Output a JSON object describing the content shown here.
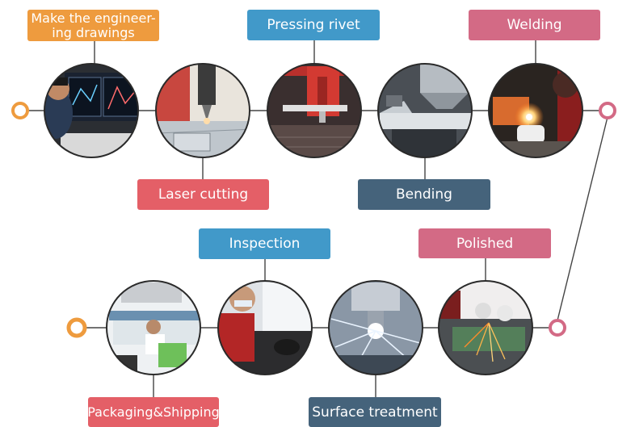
{
  "colors": {
    "orange": "#EE9B3E",
    "blue": "#4199C9",
    "pink": "#D36A85",
    "red": "#E45F67",
    "slate": "#45637B",
    "line": "#444444"
  },
  "steps": [
    {
      "id": "engineering",
      "label": "Make the engineering drawings",
      "label_line1": "Make the engineer-",
      "label_line2": "ing drawings",
      "color": "#EE9B3E",
      "icon": "engineer-at-cad-workstation-icon"
    },
    {
      "id": "laser-cutting",
      "label": "Laser cutting",
      "color": "#E45F67",
      "icon": "laser-cutting-machine-icon"
    },
    {
      "id": "pressing-rivet",
      "label": "Pressing rivet",
      "color": "#4199C9",
      "icon": "red-press-machine-icon"
    },
    {
      "id": "bending",
      "label": "Bending",
      "color": "#45637B",
      "icon": "press-brake-bending-icon"
    },
    {
      "id": "welding",
      "label": "Welding",
      "color": "#D36A85",
      "icon": "welding-sparks-icon"
    },
    {
      "id": "polished",
      "label": "Polished",
      "color": "#D36A85",
      "icon": "grinding-sparks-icon"
    },
    {
      "id": "surface-treatment",
      "label": "Surface treatment",
      "color": "#45637B",
      "icon": "spray-surface-treatment-icon"
    },
    {
      "id": "inspection",
      "label": "Inspection",
      "color": "#4199C9",
      "icon": "worker-inspecting-part-icon"
    },
    {
      "id": "packaging-shipping",
      "label": "Packaging&Shipping",
      "color": "#E45F67",
      "icon": "warehouse-office-icon"
    }
  ]
}
